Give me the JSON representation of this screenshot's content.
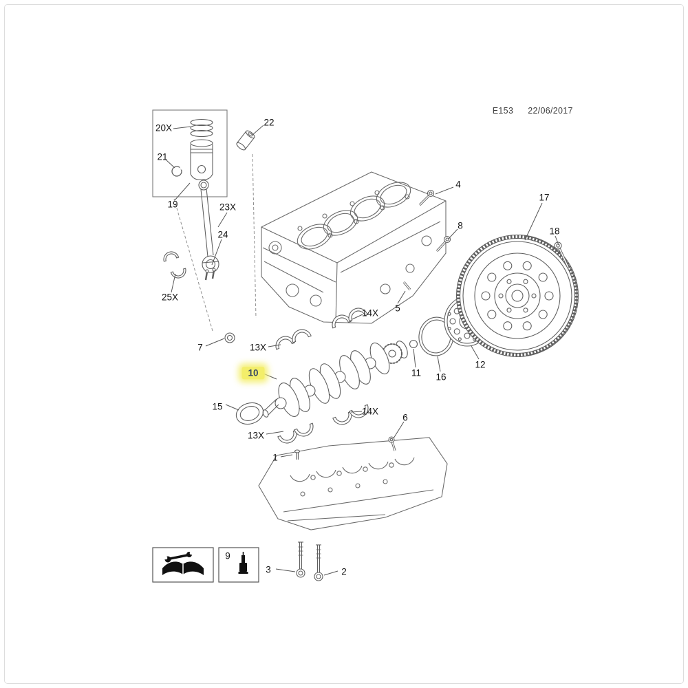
{
  "header": {
    "code": "E153",
    "date": "22/06/2017"
  },
  "callouts": {
    "n1": "1",
    "n2": "2",
    "n3": "3",
    "n4": "4",
    "n5": "5",
    "n6": "6",
    "n7": "7",
    "n8": "8",
    "n9": "9",
    "n10": "10",
    "n11": "11",
    "n12": "12",
    "n13x": "13X",
    "n14x": "14X",
    "n15": "15",
    "n16": "16",
    "n17": "17",
    "n18": "18",
    "n19": "19",
    "n20x": "20X",
    "n21": "21",
    "n22": "22",
    "n23x": "23X",
    "n24": "24",
    "n25x": "25X"
  },
  "highlight": {
    "selected_part": "10",
    "color": "#f3ee6a"
  },
  "icons": {
    "manual": "open-book-wrench-icon",
    "sealant": "sealant-tube-icon"
  },
  "colors": {
    "line": "#6b6b6b",
    "text": "#141414"
  }
}
